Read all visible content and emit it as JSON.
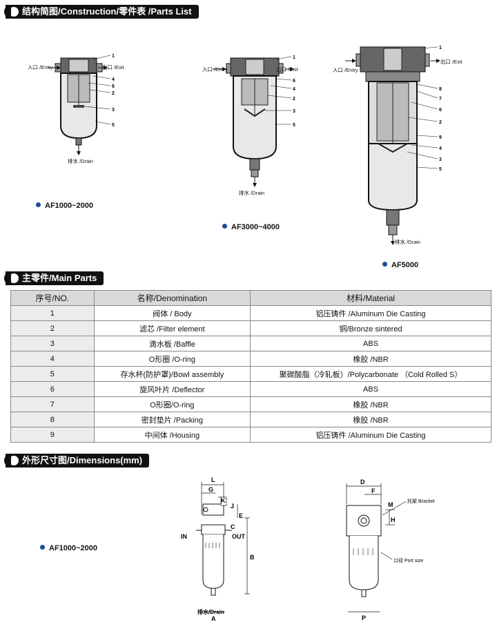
{
  "sections": {
    "construction": "结构简图/Construction/零件表 /Parts List",
    "main_parts": "主零件/Main Parts",
    "dimensions": "外形尺寸图/Dimensions(mm)"
  },
  "diagrams": {
    "af1000": {
      "label": "AF1000~2000",
      "entry": "入口 /Entry",
      "exit": "出口 /Exit",
      "drain": "排水 /Drain",
      "callouts": [
        "1",
        "4",
        "6",
        "2",
        "3",
        "5"
      ]
    },
    "af3000": {
      "label": "AF3000~4000",
      "entry": "入口 /Entry",
      "exit": "出口 /Exit",
      "drain": "排水 /Drain",
      "callouts": [
        "1",
        "6",
        "4",
        "2",
        "3",
        "5"
      ]
    },
    "af5000": {
      "label": "AF5000",
      "entry": "入口 /Entry",
      "exit": "出口 /Exit",
      "drain": "排水 /Drain",
      "callouts": [
        "1",
        "8",
        "7",
        "6",
        "2",
        "9",
        "4",
        "3",
        "5"
      ]
    }
  },
  "parts_table": {
    "headers": [
      "序号/NO.",
      "名称/Denomination",
      "材料/Material"
    ],
    "rows": [
      {
        "no": "1",
        "name": "阀体 / Body",
        "material": "铝压铸件 /Aluminum Die Casting"
      },
      {
        "no": "2",
        "name": "滤芯 /Filter element",
        "material": "铜/Bronze sintered"
      },
      {
        "no": "3",
        "name": "滴水板 /Baffle",
        "material": "ABS"
      },
      {
        "no": "4",
        "name": "O形圈 /O-ring",
        "material": "橡胶 /NBR"
      },
      {
        "no": "5",
        "name": "存水杯(防护罩)/Bowl assembly",
        "material": "聚碳酸脂（冷轧板）/Polycarbonate （Cold Rolled S）"
      },
      {
        "no": "6",
        "name": "旋风叶片 /Deflector",
        "material": "ABS"
      },
      {
        "no": "7",
        "name": "O形圈/O-ring",
        "material": "橡胶 /NBR"
      },
      {
        "no": "8",
        "name": "密封垫片 /Packing",
        "material": "橡胶 /NBR"
      },
      {
        "no": "9",
        "name": "中间体 /Housing",
        "material": "铝压铸件 /Aluminum Die Casting"
      }
    ]
  },
  "dimensions": {
    "label": "AF1000~2000",
    "front": {
      "letters": [
        "L",
        "G",
        "K",
        "J",
        "E",
        "C",
        "B",
        "A"
      ],
      "in": "IN",
      "out": "OUT",
      "drain": "排水/Drain"
    },
    "side": {
      "letters": [
        "D",
        "F",
        "M",
        "H",
        "P"
      ],
      "bracket": "托架 Bracket",
      "port": "口径 Port size"
    }
  }
}
